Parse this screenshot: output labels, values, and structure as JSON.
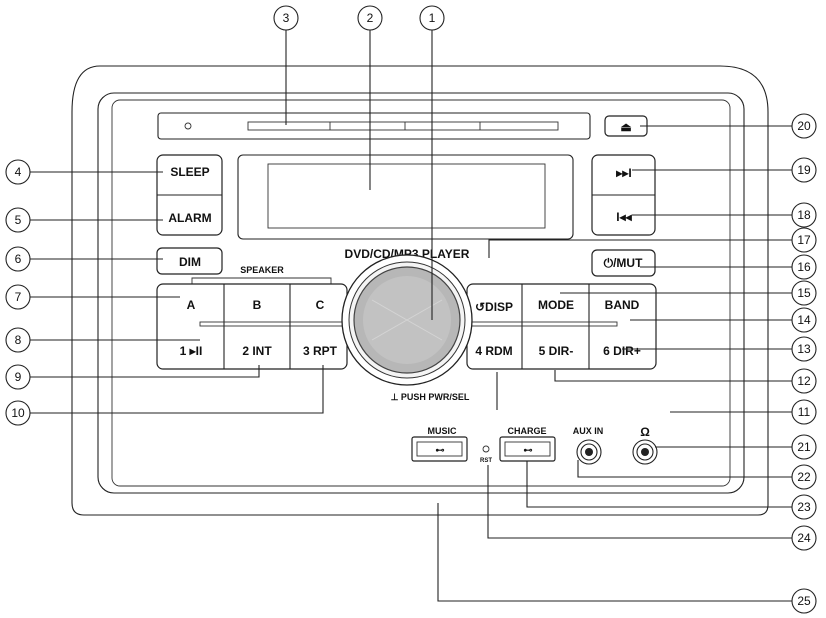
{
  "labels": {
    "sleep": "SLEEP",
    "alarm": "ALARM",
    "dim": "DIM",
    "speaker": "SPEAKER",
    "a": "A",
    "b": "B",
    "c": "C",
    "play": "1 ▸II",
    "int": "2 INT",
    "rpt": "3 RPT",
    "player": "DVD/CD/MP3 PLAYER",
    "push": "⊥ PUSH PWR/SEL",
    "disp": "↺DISP",
    "mode": "MODE",
    "band": "BAND",
    "rdm": "4 RDM",
    "dirminus": "5 DIR-",
    "dirplus": "6 DIR+",
    "mut": "⏻/MUT",
    "eject": "⏏",
    "next": "▸▸I",
    "prev": "I◂◂",
    "music": "MUSIC",
    "charge": "CHARGE",
    "aux": "AUX IN",
    "rst": "RST",
    "usb": "⊷",
    "headphone": "Ω"
  },
  "callouts": [
    "1",
    "2",
    "3",
    "4",
    "5",
    "6",
    "7",
    "8",
    "9",
    "10",
    "11",
    "12",
    "13",
    "14",
    "15",
    "16",
    "17",
    "18",
    "19",
    "20",
    "21",
    "22",
    "23",
    "24",
    "25"
  ]
}
